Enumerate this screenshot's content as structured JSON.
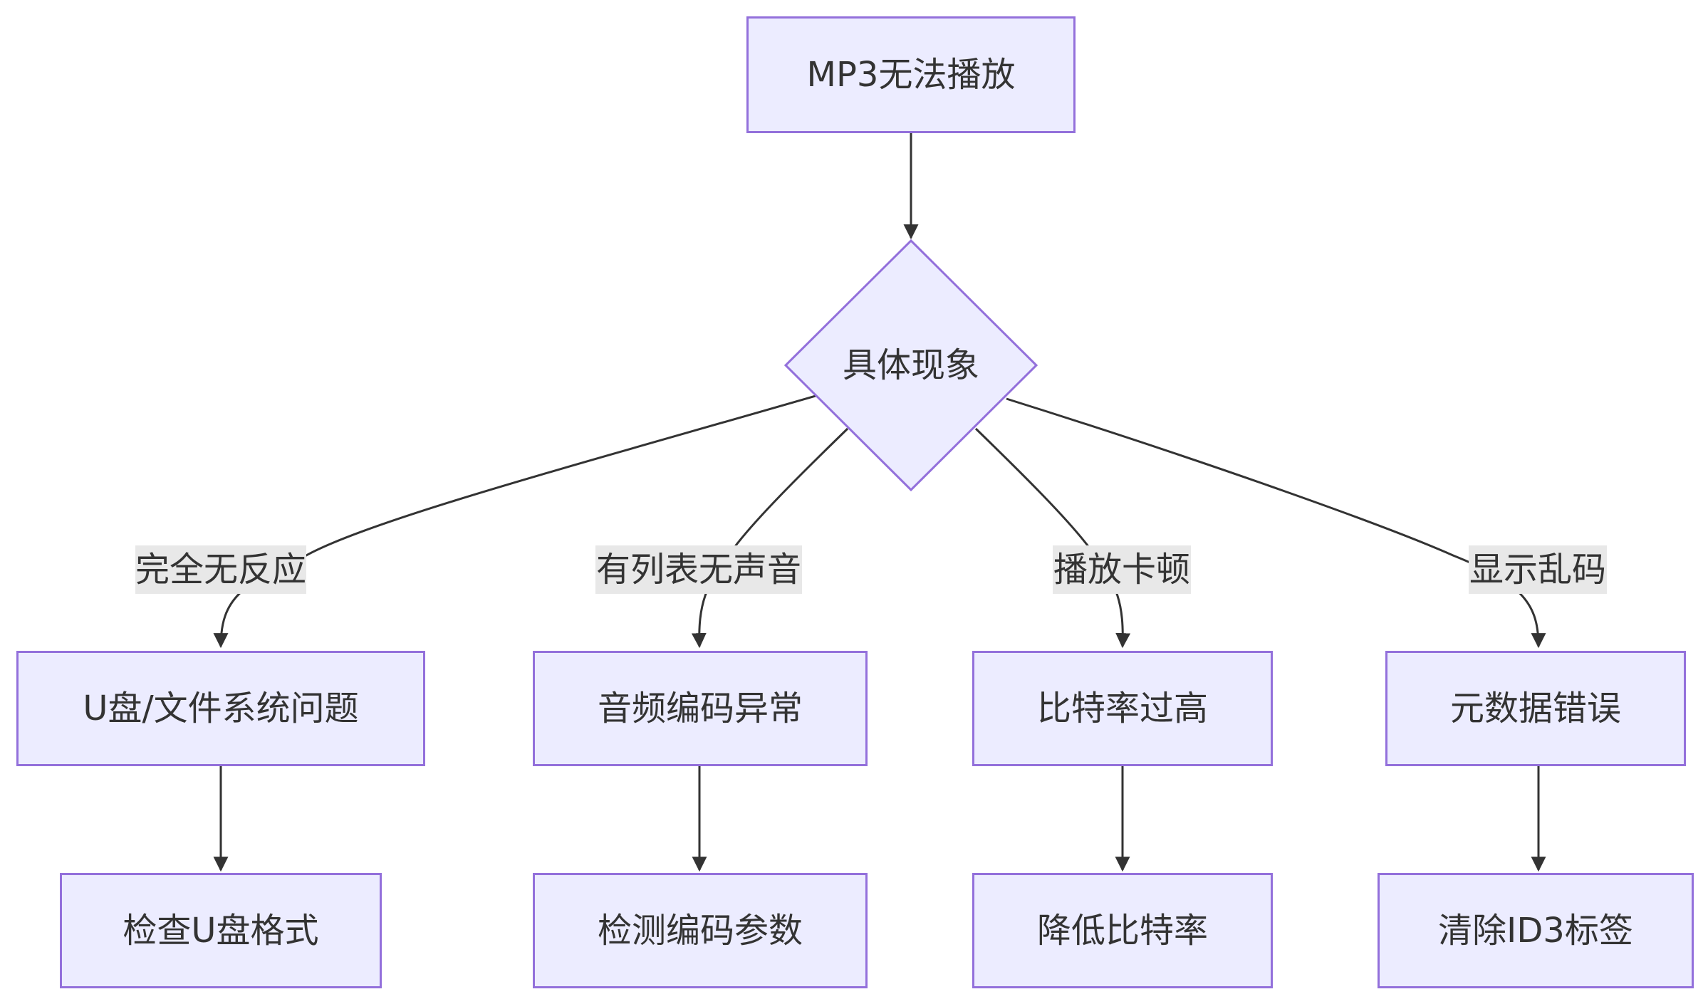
{
  "nodes": {
    "start": "MP3无法播放",
    "decision": "具体现象",
    "cause_usb": "U盘/文件系统问题",
    "cause_encoding": "音频编码异常",
    "cause_bitrate": "比特率过高",
    "cause_metadata": "元数据错误",
    "fix_usb": "检查U盘格式",
    "fix_encoding": "检测编码参数",
    "fix_bitrate": "降低比特率",
    "fix_metadata": "清除ID3标签"
  },
  "edge_labels": {
    "no_response": "完全无反应",
    "list_no_sound": "有列表无声音",
    "stutter": "播放卡顿",
    "garbled": "显示乱码"
  },
  "colors": {
    "node_fill": "#ECECFF",
    "node_stroke": "#9370DB",
    "edge": "#333333",
    "label_bg": "#E8E8E8"
  }
}
